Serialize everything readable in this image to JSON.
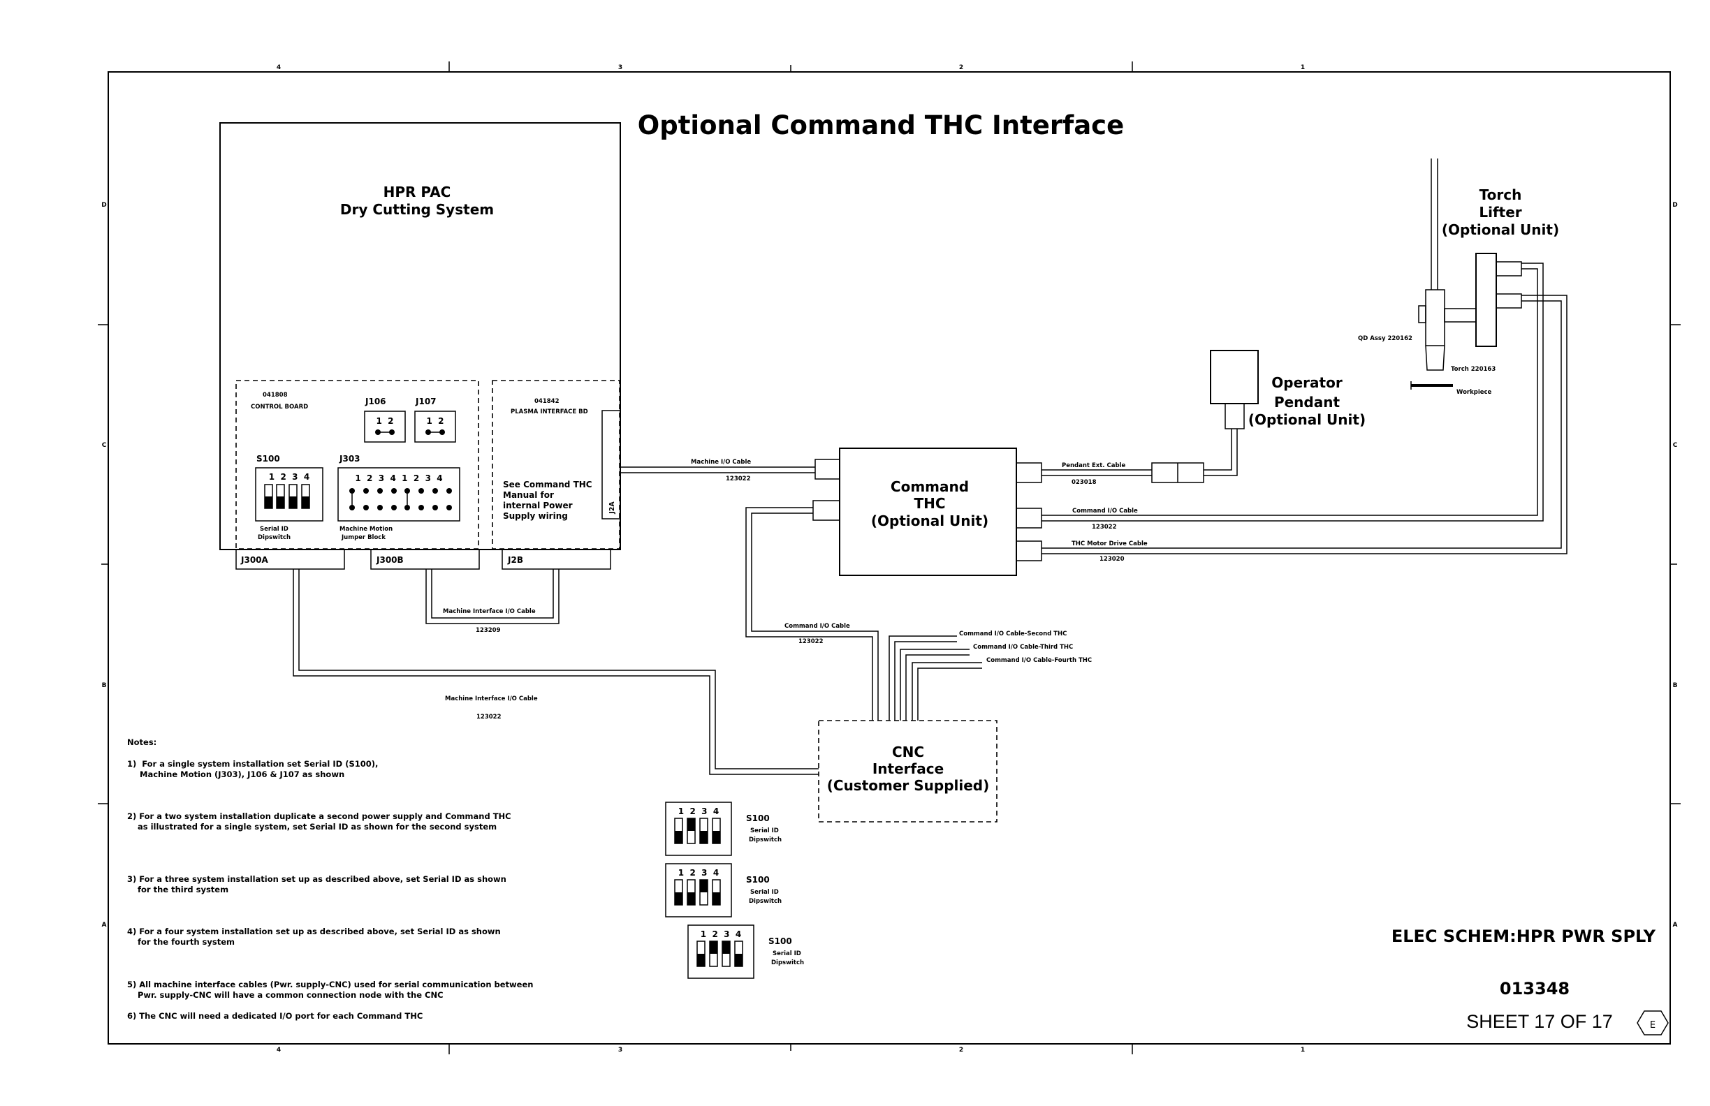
{
  "title": "Optional Command THC Interface",
  "grid": {
    "columns": [
      "4",
      "3",
      "2",
      "1"
    ],
    "rows": [
      "D",
      "C",
      "B",
      "A"
    ]
  },
  "pac": {
    "title_1": "HPR PAC",
    "title_2": "Dry Cutting System",
    "control_board_number": "041808",
    "control_board_label": "CONTROL BOARD",
    "j106": "J106",
    "j107": "J107",
    "jumper_pins": "1  2",
    "s100_label": "S100",
    "s100_caption_1": "Serial ID",
    "s100_caption_2": "Dipswitch",
    "j303_label": "J303",
    "j303_numbers": "1  2  3  4  1  2  3  4",
    "j303_caption_1": "Machine Motion",
    "j303_caption_2": "Jumper Block",
    "interface_board_number": "041842",
    "interface_board_label": "PLASMA INTERFACE BD",
    "see_note_1": "See Command THC",
    "see_note_2": "Manual for",
    "see_note_3": "internal Power",
    "see_note_4": "Supply wiring",
    "j2a": "J2A",
    "j300a": "J300A",
    "j300b": "J300B",
    "j2b": "J2B"
  },
  "dip_numbers": "1  2  3  4",
  "command_thc": {
    "line_1": "Command",
    "line_2": "THC",
    "line_3": "(Optional Unit)"
  },
  "cnc": {
    "line_1": "CNC",
    "line_2": "Interface",
    "line_3": "(Customer Supplied)"
  },
  "torch_lifter": {
    "line_1": "Torch",
    "line_2": "Lifter",
    "line_3": "(Optional Unit)",
    "qd_assy": "QD Assy 220162",
    "torch": "Torch 220163",
    "workpiece": "Workpiece"
  },
  "pendant": {
    "line_1": "Operator",
    "line_2": "Pendant",
    "line_3": "(Optional Unit)"
  },
  "cables": {
    "machine_io_label": "Machine I/O Cable",
    "machine_io_number": "123022",
    "pendant_ext_label": "Pendant Ext. Cable",
    "pendant_ext_number": "023018",
    "command_io_label": "Command I/O Cable",
    "command_io_number": "123022",
    "thc_motor_label": "THC Motor Drive Cable",
    "thc_motor_number": "123020",
    "mi_short_label": "Machine Interface I/O Cable",
    "mi_short_number": "123209",
    "command_io_cnc_label": "Command I/O Cable",
    "command_io_cnc_number": "123022",
    "second_thc": "Command I/O Cable-Second THC",
    "third_thc": "Command I/O Cable-Third THC",
    "fourth_thc": "Command I/O Cable-Fourth THC",
    "mi_long_label": "Machine Interface I/O Cable",
    "mi_long_number": "123022"
  },
  "extra_switches": [
    {
      "label": "S100",
      "caption_1": "Serial ID",
      "caption_2": "Dipswitch"
    },
    {
      "label": "S100",
      "caption_1": "Serial ID",
      "caption_2": "Dipswitch"
    },
    {
      "label": "S100",
      "caption_1": "Serial ID",
      "caption_2": "Dipswitch"
    }
  ],
  "notes": {
    "heading": "Notes:",
    "n1_a": "1)  For a single system installation set Serial ID (S100),",
    "n1_b": "Machine Motion (J303), J106 & J107 as shown",
    "n2_a": "2) For a two system installation duplicate a second power supply and Command THC",
    "n2_b": "as illustrated for a single system, set Serial ID as shown for the second system",
    "n3_a": "3) For a three system installation set up as described above, set Serial ID as shown",
    "n3_b": "for the third system",
    "n4_a": "4) For a four system installation set up as described above, set Serial ID as shown",
    "n4_b": "for the fourth system",
    "n5_a": "5) All machine interface cables (Pwr. supply-CNC) used for serial communication between",
    "n5_b": "Pwr. supply-CNC will have a common connection node with the CNC",
    "n6": "6) The CNC will need a dedicated I/O port for each Command THC"
  },
  "title_block": {
    "doc_title": "ELEC SCHEM:HPR PWR SPLY",
    "doc_number": "013348",
    "sheet": "SHEET 17 OF 17",
    "revision": "E"
  }
}
